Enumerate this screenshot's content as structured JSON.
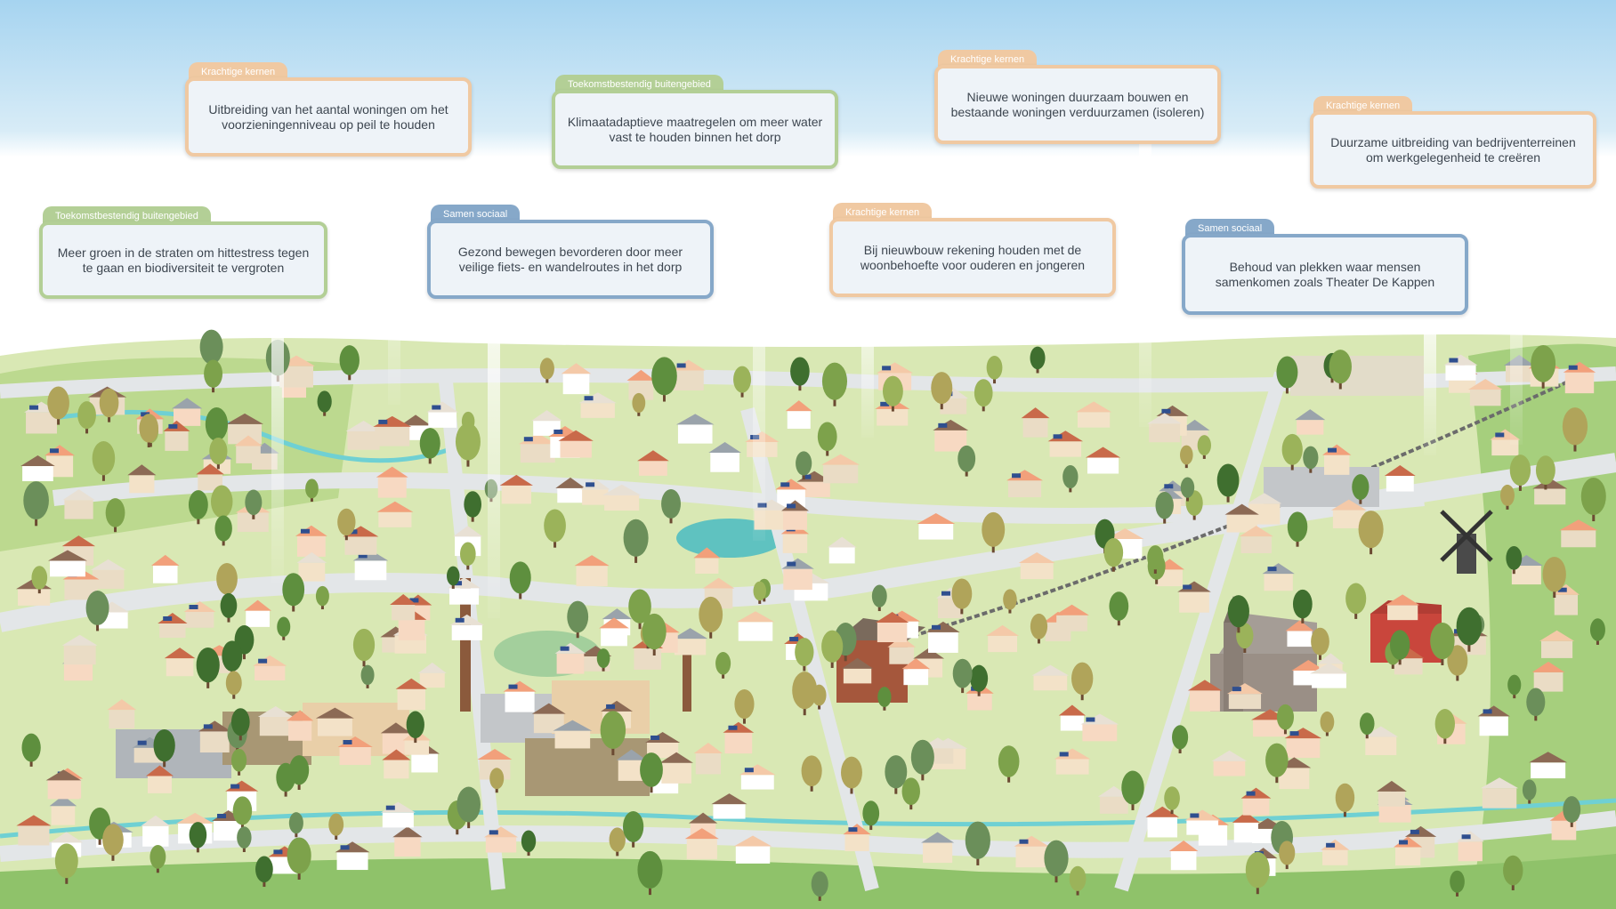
{
  "colors": {
    "krachtige_kernen": "#f0c9a2",
    "toekomstbestendig_buitengebied": "#b3cf96",
    "samen_sociaal": "#86a8c9"
  },
  "callouts": [
    {
      "category": "Krachtige kernen",
      "text": "Uitbreiding van het aantal woningen om het voorzieningenniveau op peil te houden"
    },
    {
      "category": "Toekomstbestendig buitengebied",
      "text": "Klimaatadaptieve maatregelen om meer water vast te houden binnen het dorp"
    },
    {
      "category": "Krachtige kernen",
      "text": "Nieuwe woningen duurzaam bouwen en bestaande woningen verduurzamen (isoleren)"
    },
    {
      "category": "Krachtige kernen",
      "text": "Duurzame uitbreiding van bedrijventerreinen om werkgelegenheid te creëren"
    },
    {
      "category": "Toekomstbestendig buitengebied",
      "text": "Meer groen in de straten om hittestress tegen te gaan en biodiversiteit te vergroten"
    },
    {
      "category": "Samen sociaal",
      "text": "Gezond bewegen bevorderen door meer veilige fiets- en wandelroutes in het dorp"
    },
    {
      "category": "Krachtige kernen",
      "text": "Bij nieuwbouw rekening houden met de woonbehoefte voor ouderen en jongeren"
    },
    {
      "category": "Samen sociaal",
      "text": "Behoud van plekken waar mensen samenkomen zoals Theater De Kappen"
    }
  ]
}
